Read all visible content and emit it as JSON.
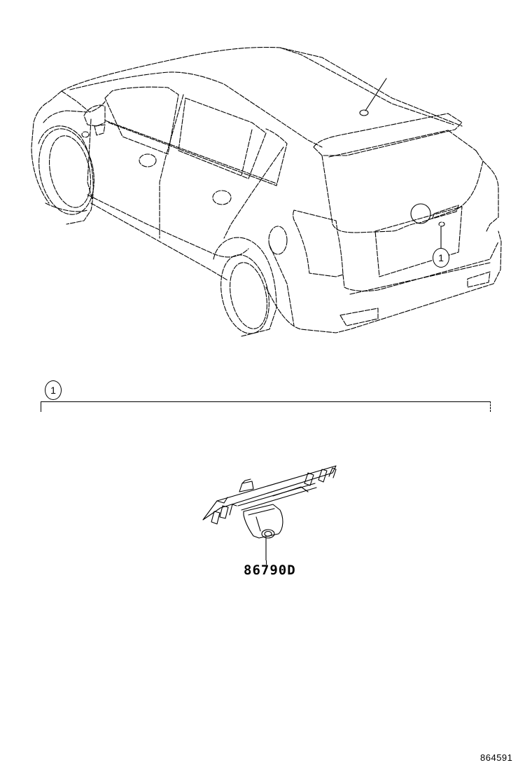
{
  "diagram": {
    "type": "parts-catalog-illustration",
    "subject": "vehicle rear view with back-up camera location",
    "line_color": "#000000",
    "background": "#ffffff"
  },
  "vehicle_callout": {
    "label": "1"
  },
  "section": {
    "callout_label": "1",
    "parts": [
      {
        "part_number": "86790D",
        "name_icon": "rear-camera-assembly-icon"
      }
    ]
  },
  "footer": {
    "diagram_id": "864591"
  }
}
